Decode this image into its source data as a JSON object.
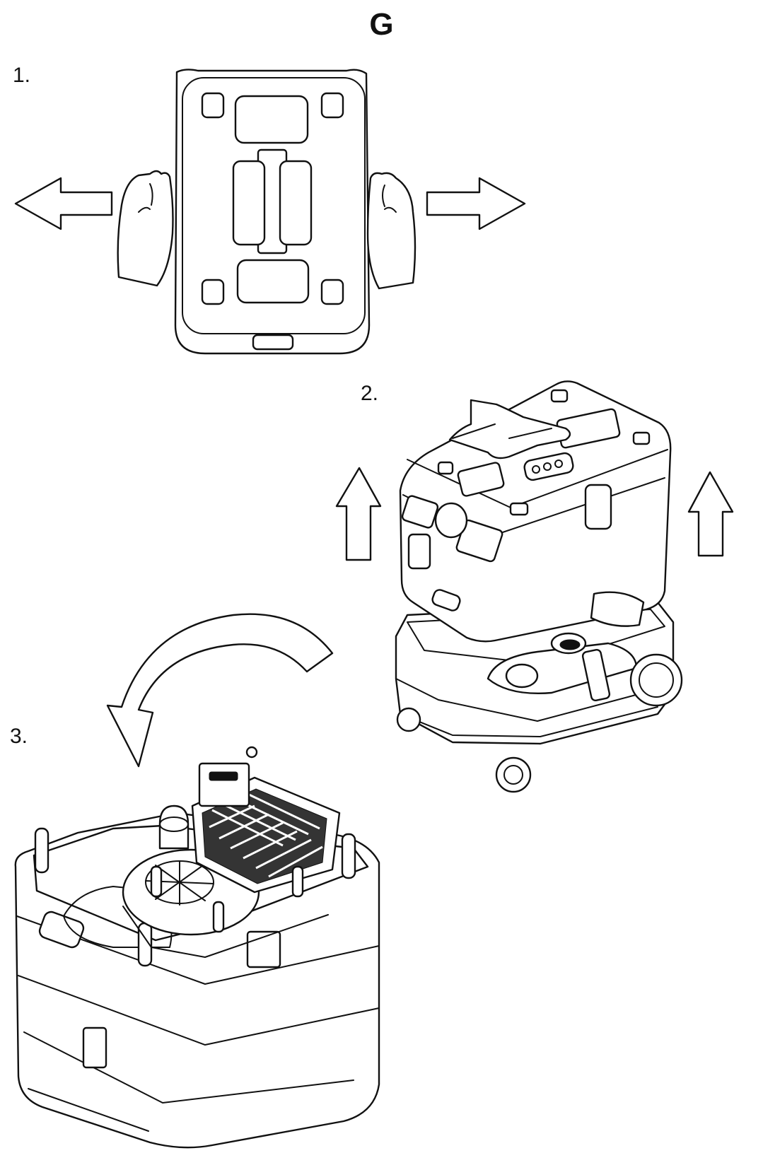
{
  "figure": {
    "title": "G",
    "steps": [
      {
        "label": "1."
      },
      {
        "label": "2."
      },
      {
        "label": "3."
      }
    ]
  },
  "colors": {
    "line": "#111111",
    "background": "#ffffff"
  },
  "icons": [
    "left-arrow-icon",
    "right-arrow-icon",
    "up-arrow-icon",
    "curved-arrow-icon",
    "hand-icon"
  ]
}
